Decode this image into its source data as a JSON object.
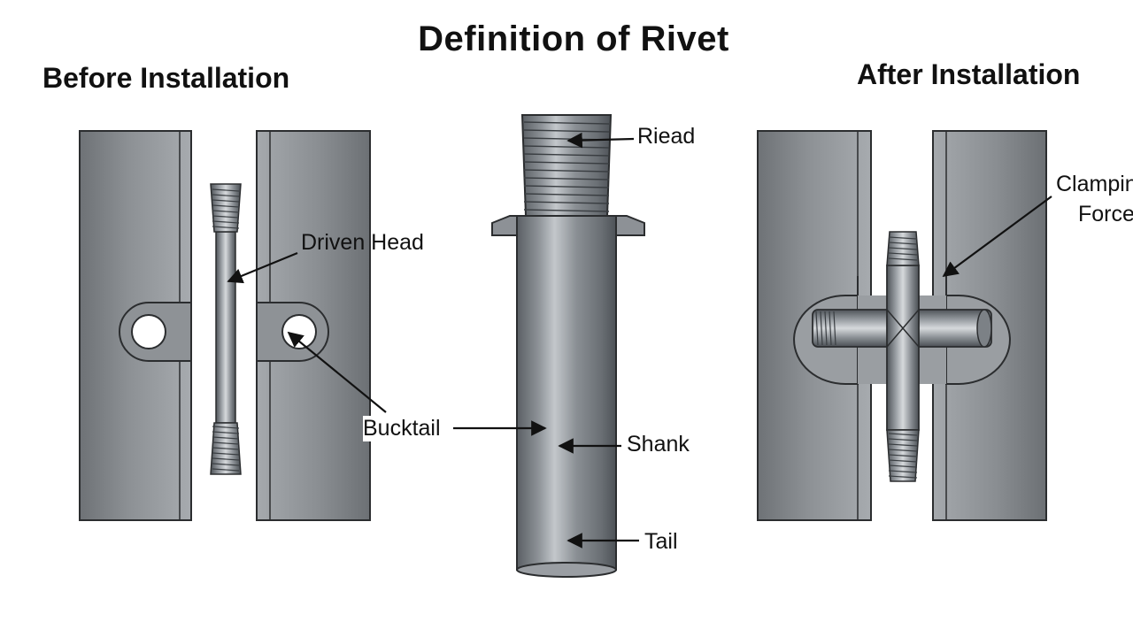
{
  "title": "Definition of Rivet",
  "before_title": "Before Installation",
  "after_title": "After Installation",
  "labels": {
    "riead": "Riead",
    "driven_head": "Driven Head",
    "bucktail": "Bucktail",
    "shank": "Shank",
    "tail": "Tail",
    "clamping_line1": "Clamping",
    "clamping_line2": "Force"
  },
  "colors": {
    "plate_dark": "#6f7377",
    "plate_light": "#a9adb1",
    "outline": "#2b2d2f",
    "rivet_light": "#c9cdd1",
    "rivet_dark": "#555a5f"
  }
}
